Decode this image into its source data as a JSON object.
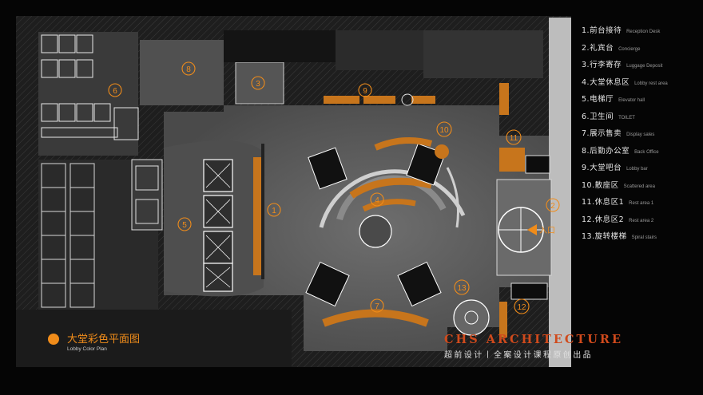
{
  "legend": [
    {
      "cn": "1.前台接待",
      "en": "Reception Desk"
    },
    {
      "cn": "2.礼宾台",
      "en": "Concierge"
    },
    {
      "cn": "3.行李寄存",
      "en": "Luggage Deposit"
    },
    {
      "cn": "4.大堂休息区",
      "en": "Lobby rest area"
    },
    {
      "cn": "5.电梯厅",
      "en": "Elevator hall"
    },
    {
      "cn": "6.卫生间",
      "en": "TOILET"
    },
    {
      "cn": "7.展示售卖",
      "en": "Display sales"
    },
    {
      "cn": "8.后勤办公室",
      "en": "Back Office"
    },
    {
      "cn": "9.大堂吧台",
      "en": "Lobby bar"
    },
    {
      "cn": "10.散座区",
      "en": "Scattered area"
    },
    {
      "cn": "11.休息区1",
      "en": "Rest area 1"
    },
    {
      "cn": "12.休息区2",
      "en": "Rest area 2"
    },
    {
      "cn": "13.旋转楼梯",
      "en": "Spiral stairs"
    }
  ],
  "plan_labels": {
    "n1": "1",
    "n2": "2",
    "n3": "3",
    "n4": "4",
    "n5": "5",
    "n6": "6",
    "n7": "7",
    "n8": "8",
    "n9": "9",
    "n10": "10",
    "n11": "11",
    "n12": "12",
    "n13": "13",
    "entrance": "入口"
  },
  "caption": {
    "title_cn": "大堂彩色平面图",
    "title_en": "Lobby Color Plan"
  },
  "brand": {
    "name_en": "CHS ARCHITECTURE",
    "tagline_cn": "超前设计丨全案设计课程原创出品"
  },
  "colors": {
    "accent": "#f08c1a",
    "brand_red": "#d04a1c",
    "floor": "#5a5a5a",
    "background": "#050505"
  }
}
